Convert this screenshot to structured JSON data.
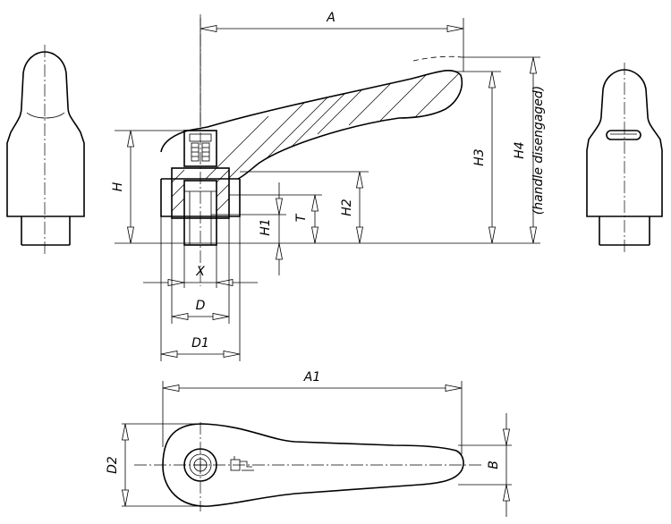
{
  "dimensions": {
    "A": "A",
    "A1": "A1",
    "H": "H",
    "H1": "H1",
    "H2": "H2",
    "H3": "H3",
    "H4": "H4",
    "H4_note": "(handle disengaged)",
    "T": "T",
    "X": "X",
    "D": "D",
    "D1": "D1",
    "D2": "D2",
    "B": "B"
  }
}
